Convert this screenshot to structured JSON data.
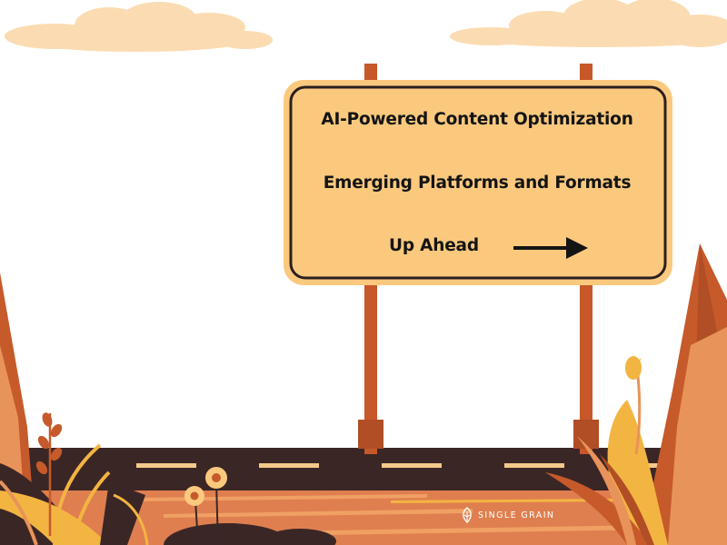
{
  "sign": {
    "line1": "AI-Powered Content Optimization",
    "line2": "Emerging Platforms and Formats",
    "line3": "Up Ahead"
  },
  "brand": {
    "name": "SINGLE GRAIN"
  },
  "icons": {
    "arrow": "arrow-right-icon",
    "brand_logo": "grain-leaf-icon"
  },
  "colors": {
    "sign_face": "#fbc97e",
    "sign_border": "#2b1f1f",
    "post": "#c6582a",
    "road": "#3b2626",
    "road_line": "#f4c98a",
    "ground": "#df7f4f",
    "cloud": "#fbdcb2",
    "tree_dark": "#c65a2a",
    "tree_light": "#e8935a",
    "grass_yellow": "#f3b542"
  }
}
